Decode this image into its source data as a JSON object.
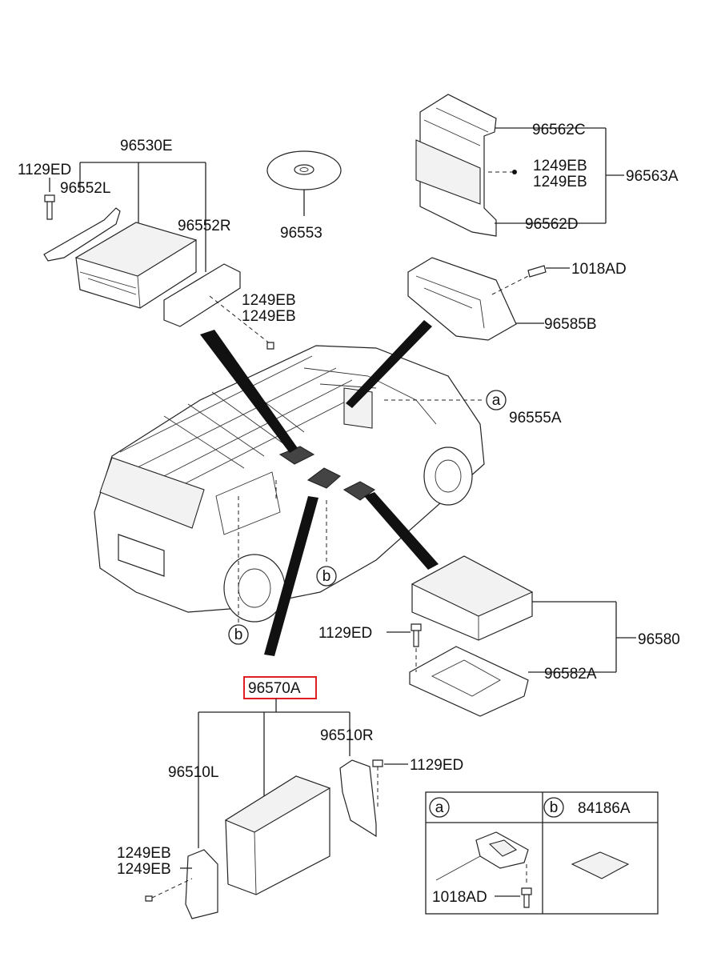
{
  "labels": {
    "p96530E": "96530E",
    "p1129ED_top": "1129ED",
    "p96552L": "96552L",
    "p96552R": "96552R",
    "p1249EB_a1": "1249EB",
    "p1249EB_a2": "1249EB",
    "p96553": "96553",
    "p96562C": "96562C",
    "p1249EB_b1": "1249EB",
    "p1249EB_b2": "1249EB",
    "p96563A": "96563A",
    "p96562D": "96562D",
    "p1018AD_top": "1018AD",
    "p96585B": "96585B",
    "p96555A": "96555A",
    "p1129ED_mid": "1129ED",
    "p96580": "96580",
    "p96582A": "96582A",
    "p96570A": "96570A",
    "p96510R": "96510R",
    "p96510L": "96510L",
    "p1129ED_bot": "1129ED",
    "p1249EB_c1": "1249EB",
    "p1249EB_c2": "1249EB",
    "p84186A": "84186A",
    "p1018AD_box": "1018AD"
  },
  "callouts": {
    "a_main": "a",
    "b_left": "b",
    "b_center": "b",
    "a_box": "a",
    "b_box": "b"
  },
  "colors": {
    "highlight_box": "#e02020",
    "line": "#222222"
  }
}
